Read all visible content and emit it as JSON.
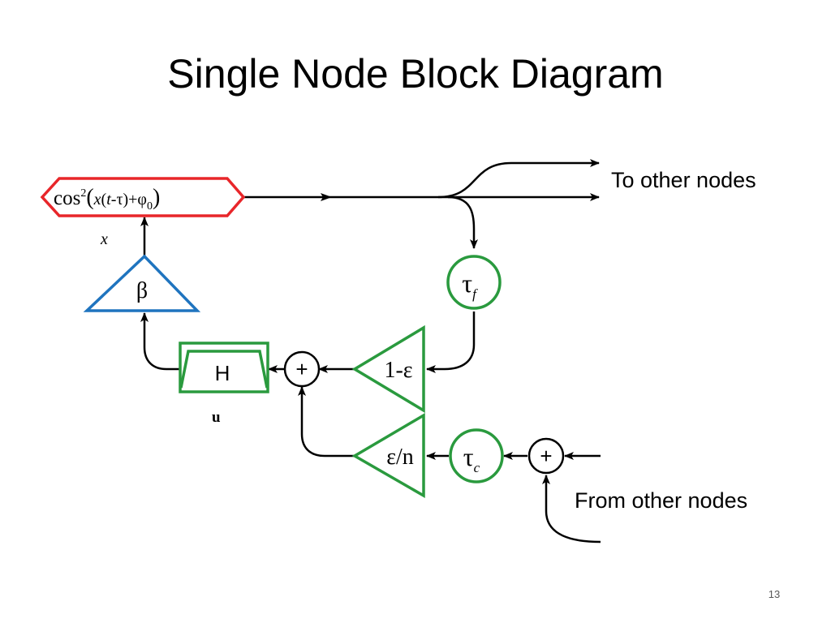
{
  "slide": {
    "title": "Single Node Block Diagram",
    "page_number": "13"
  },
  "diagram": {
    "nonlinearity": {
      "cos": "cos",
      "sup": "2",
      "open": "(",
      "x": "x",
      "paren_t": "(",
      "t": "t",
      "minus_tau": "-τ)+φ",
      "phi_sub": "0",
      "close": ")"
    },
    "x_label": "x",
    "beta_label": "β",
    "filter_label": "H",
    "u_label": "u",
    "sum_symbol": "+",
    "feedback_gain": "1-ε",
    "coupling_gain": "ε/n",
    "tau_f": {
      "symbol": "τ",
      "sub": "f"
    },
    "tau_c": {
      "symbol": "τ",
      "sub": "c"
    },
    "to_other_nodes": "To other nodes",
    "from_other_nodes": "From other nodes",
    "colors": {
      "nonlinearity_border": "#e8262a",
      "beta_border": "#1f74bf",
      "green_blocks": "#2a9a3e",
      "lines": "#000000"
    }
  }
}
